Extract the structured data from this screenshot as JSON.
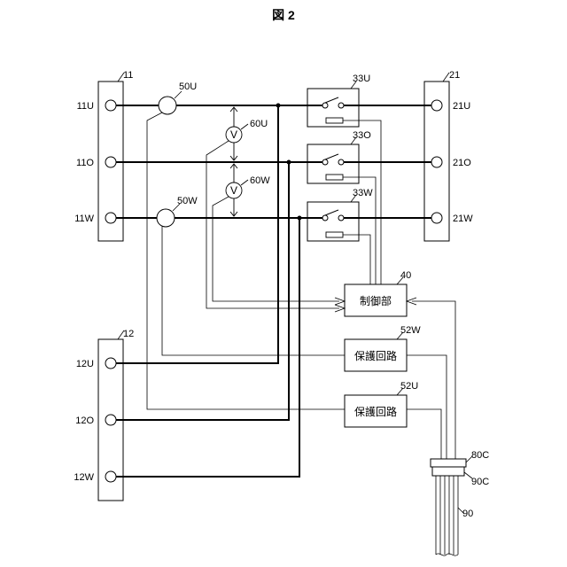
{
  "figure_title": "図 2",
  "terminal_blocks": {
    "block_11": "11",
    "block_12": "12",
    "block_21": "21"
  },
  "terminals": {
    "t11U": "11U",
    "t11O": "11O",
    "t11W": "11W",
    "t12U": "12U",
    "t12O": "12O",
    "t12W": "12W",
    "t21U": "21U",
    "t21O": "21O",
    "t21W": "21W"
  },
  "sensors": {
    "ct_50U": "50U",
    "ct_50W": "50W",
    "vm_60U": "60U",
    "vm_60W": "60W",
    "voltmeter_symbol": "V"
  },
  "switches": {
    "sw_33U": "33U",
    "sw_33O": "33O",
    "sw_33W": "33W"
  },
  "controller": {
    "ref": "40",
    "label": "制御部"
  },
  "protection": {
    "ref_52W": "52W",
    "ref_52U": "52U",
    "label_W": "保護回路",
    "label_U": "保護回路"
  },
  "cable": {
    "ref_80C": "80C",
    "ref_90C": "90C",
    "ref_90": "90"
  }
}
